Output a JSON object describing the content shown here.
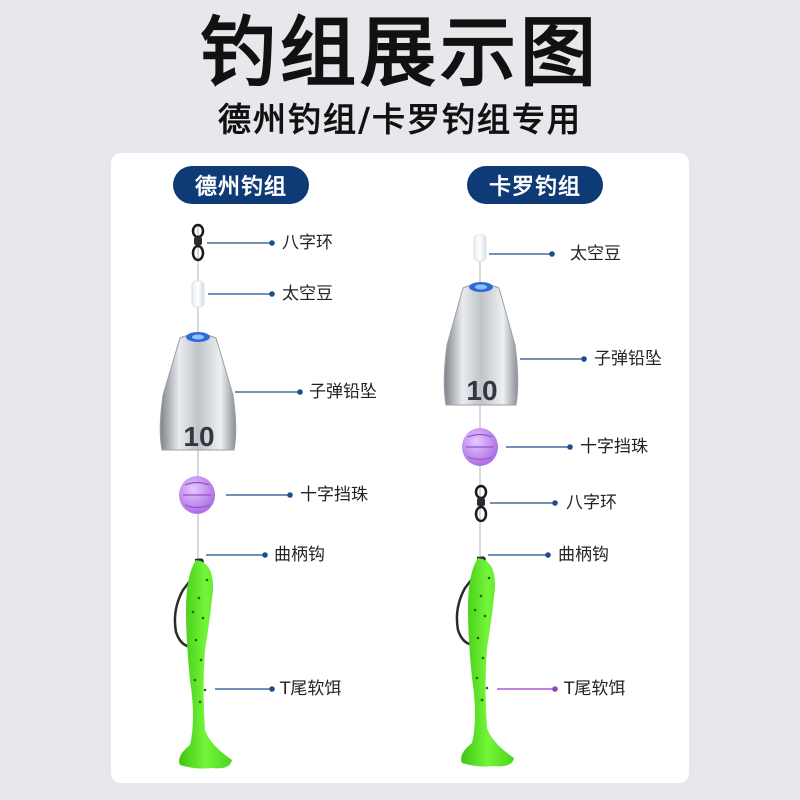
{
  "title": "钓组展示图",
  "subtitle": "德州钓组/卡罗钓组专用",
  "colors": {
    "accent_navy": "#0e3a75",
    "pointer_blue": "#1e4f8a",
    "pointer_purple": "#9a3fc2",
    "lure_green": "#5ee81f",
    "bead_purple": "#b77be8"
  },
  "texas_rig": {
    "label": "德州钓组",
    "parts": {
      "swivel": "八字环",
      "space_bean": "太空豆",
      "bullet_weight": "子弹铅坠",
      "cross_bead": "十字挡珠",
      "offset_hook": "曲柄钩",
      "t_tail_bait": "T尾软饵"
    },
    "weight_number": "10"
  },
  "carolina_rig": {
    "label": "卡罗钓组",
    "parts": {
      "space_bean": "太空豆",
      "bullet_weight": "子弹铅坠",
      "cross_bead": "十字挡珠",
      "swivel": "八字环",
      "offset_hook": "曲柄钩",
      "t_tail_bait": "T尾软饵"
    },
    "weight_number": "10"
  }
}
